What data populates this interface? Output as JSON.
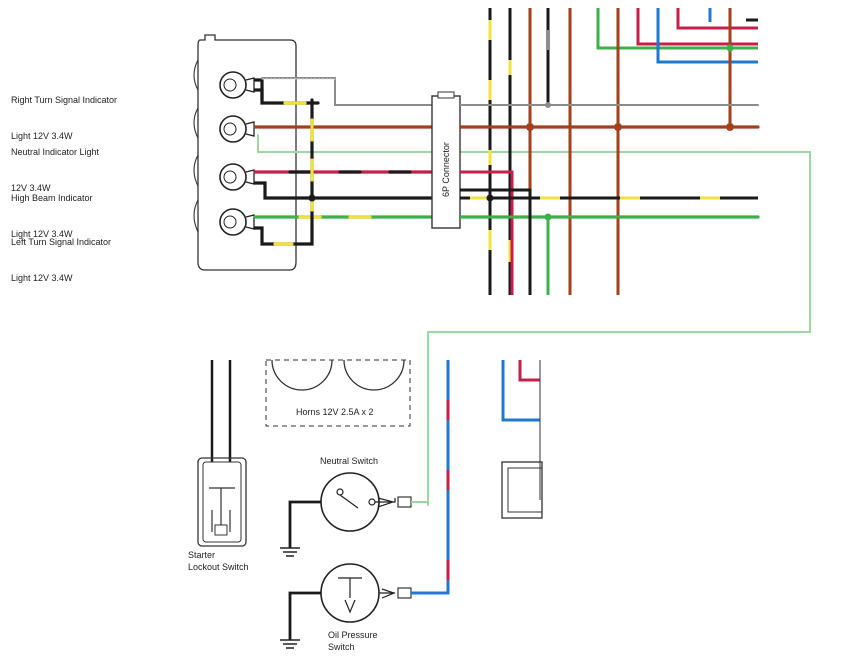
{
  "indicators": [
    {
      "name": "Right Turn Signal Indicator",
      "spec": "Light 12V 3.4W"
    },
    {
      "name": "Neutral Indicator Light",
      "spec": "12V 3.4W"
    },
    {
      "name": "High Beam Indicator",
      "spec": "Light 12V 3.4W"
    },
    {
      "name": "Left Turn Signal Indicator",
      "spec": "Light 12V 3.4W"
    }
  ],
  "connector_label": "6P Connector",
  "horns_label": "Horns 12V 2.5A x 2",
  "neutral_switch_label": "Neutral Switch",
  "starter_lockout": {
    "line1": "Starter",
    "line2": "Lockout Switch"
  },
  "oil_pressure": {
    "line1": "Oil Pressure",
    "line2": "Switch"
  },
  "wire_colors": {
    "brown": "#a0421e",
    "black": "#1a1a1a",
    "yellow": "#f2e13a",
    "red": "#c81e4a",
    "green": "#3cb04a",
    "light_green": "#9fd6a3",
    "blue": "#1f78d1",
    "grey": "#8c8c8c"
  }
}
